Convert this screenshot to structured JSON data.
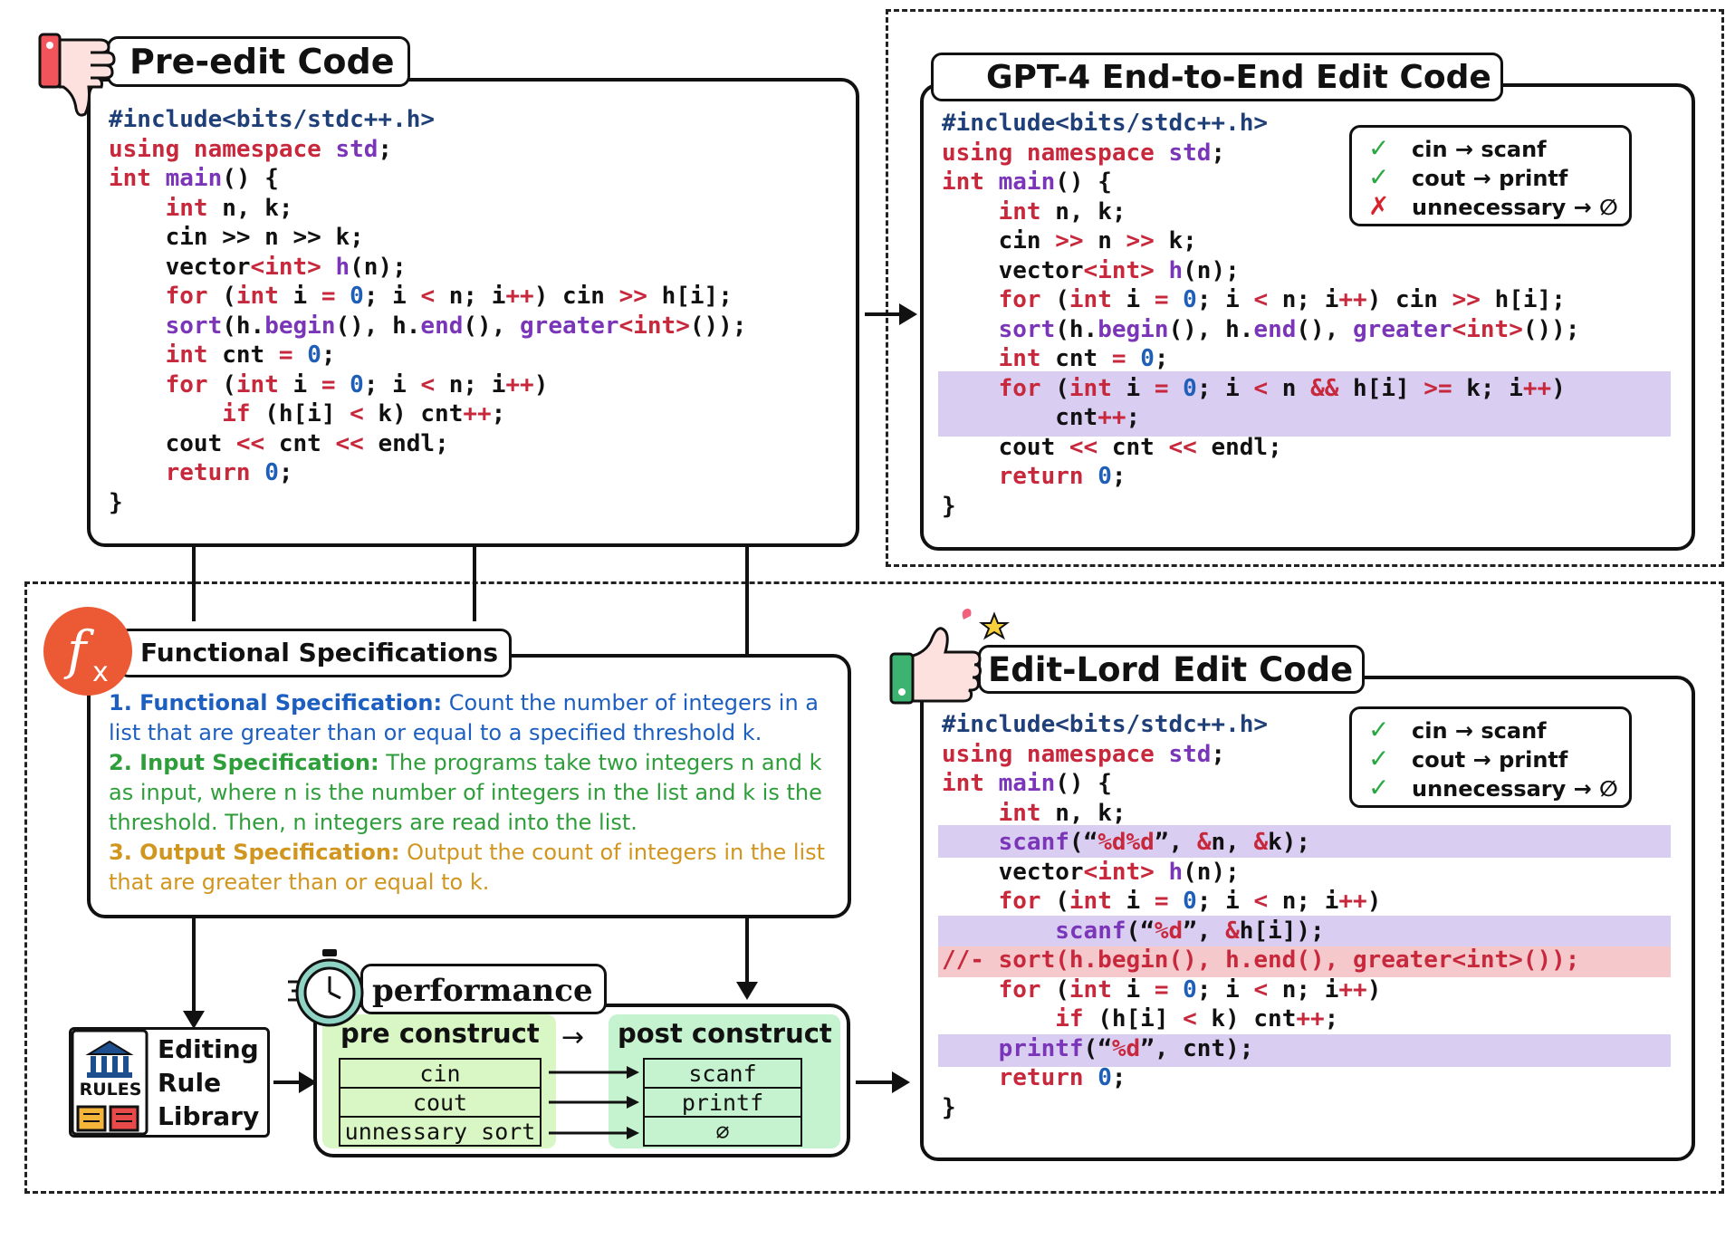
{
  "pre_edit": {
    "title": "Pre-edit Code",
    "code": [
      [
        {
          "t": "#include<bits/stdc++.h>",
          "c": "pp"
        }
      ],
      [
        {
          "t": "using namespace ",
          "c": "kw"
        },
        {
          "t": "std",
          "c": "ty"
        },
        {
          "t": ";",
          "c": ""
        }
      ],
      [
        {
          "t": "int ",
          "c": "kw"
        },
        {
          "t": "main",
          "c": "ty"
        },
        {
          "t": "() {",
          "c": ""
        }
      ],
      [
        {
          "t": "    ",
          "c": ""
        },
        {
          "t": "int",
          "c": "kw"
        },
        {
          "t": " n, k;",
          "c": ""
        }
      ],
      [
        {
          "t": "    cin >> n >> k;",
          "c": ""
        }
      ],
      [
        {
          "t": "    vector",
          "c": ""
        },
        {
          "t": "<int>",
          "c": "kw"
        },
        {
          "t": " ",
          "c": ""
        },
        {
          "t": "h",
          "c": "ty"
        },
        {
          "t": "(n);",
          "c": ""
        }
      ],
      [
        {
          "t": "    ",
          "c": ""
        },
        {
          "t": "for",
          "c": "kw"
        },
        {
          "t": " (",
          "c": ""
        },
        {
          "t": "int",
          "c": "kw"
        },
        {
          "t": " i ",
          "c": ""
        },
        {
          "t": "=",
          "c": "kw"
        },
        {
          "t": " ",
          "c": ""
        },
        {
          "t": "0",
          "c": "nm"
        },
        {
          "t": "; i ",
          "c": ""
        },
        {
          "t": "<",
          "c": "kw"
        },
        {
          "t": " n; i",
          "c": ""
        },
        {
          "t": "++",
          "c": "kw"
        },
        {
          "t": ") cin ",
          "c": ""
        },
        {
          "t": ">>",
          "c": "kw"
        },
        {
          "t": " h[i];",
          "c": ""
        }
      ],
      [
        {
          "t": "    ",
          "c": ""
        },
        {
          "t": "sort",
          "c": "ty"
        },
        {
          "t": "(h.",
          "c": ""
        },
        {
          "t": "begin",
          "c": "ty"
        },
        {
          "t": "(), h.",
          "c": ""
        },
        {
          "t": "end",
          "c": "ty"
        },
        {
          "t": "(), ",
          "c": ""
        },
        {
          "t": "greater",
          "c": "ty"
        },
        {
          "t": "<int>",
          "c": "kw"
        },
        {
          "t": "());",
          "c": ""
        }
      ],
      [
        {
          "t": "    ",
          "c": ""
        },
        {
          "t": "int",
          "c": "kw"
        },
        {
          "t": " cnt ",
          "c": ""
        },
        {
          "t": "=",
          "c": "kw"
        },
        {
          "t": " ",
          "c": ""
        },
        {
          "t": "0",
          "c": "nm"
        },
        {
          "t": ";",
          "c": ""
        }
      ],
      [
        {
          "t": "    ",
          "c": ""
        },
        {
          "t": "for",
          "c": "kw"
        },
        {
          "t": " (",
          "c": ""
        },
        {
          "t": "int",
          "c": "kw"
        },
        {
          "t": " i ",
          "c": ""
        },
        {
          "t": "=",
          "c": "kw"
        },
        {
          "t": " ",
          "c": ""
        },
        {
          "t": "0",
          "c": "nm"
        },
        {
          "t": "; i ",
          "c": ""
        },
        {
          "t": "<",
          "c": "kw"
        },
        {
          "t": " n; i",
          "c": ""
        },
        {
          "t": "++",
          "c": "kw"
        },
        {
          "t": ")",
          "c": ""
        }
      ],
      [
        {
          "t": "        ",
          "c": ""
        },
        {
          "t": "if",
          "c": "kw"
        },
        {
          "t": " (h[i] ",
          "c": ""
        },
        {
          "t": "<",
          "c": "kw"
        },
        {
          "t": " k) cnt",
          "c": ""
        },
        {
          "t": "++",
          "c": "kw"
        },
        {
          "t": ";",
          "c": ""
        }
      ],
      [
        {
          "t": "    cout ",
          "c": ""
        },
        {
          "t": "<<",
          "c": "kw"
        },
        {
          "t": " cnt ",
          "c": ""
        },
        {
          "t": "<<",
          "c": "kw"
        },
        {
          "t": " endl;",
          "c": ""
        }
      ],
      [
        {
          "t": "    ",
          "c": ""
        },
        {
          "t": "return",
          "c": "kw"
        },
        {
          "t": " ",
          "c": ""
        },
        {
          "t": "0",
          "c": "nm"
        },
        {
          "t": ";",
          "c": ""
        }
      ],
      [
        {
          "t": "}",
          "c": ""
        }
      ]
    ]
  },
  "gpt4": {
    "title": "GPT-4 End-to-End Edit Code",
    "checks": [
      {
        "mark": "✓",
        "status": "ok",
        "text": "cin → scanf"
      },
      {
        "mark": "✓",
        "status": "ok",
        "text": "cout → printf"
      },
      {
        "mark": "✗",
        "status": "bad",
        "text": "unnecessary → ∅"
      }
    ],
    "code": [
      [
        {
          "t": "#include<bits/stdc++.h>",
          "c": "pp"
        }
      ],
      [
        {
          "t": "using namespace ",
          "c": "kw"
        },
        {
          "t": "std",
          "c": "ty"
        },
        {
          "t": ";",
          "c": ""
        }
      ],
      [
        {
          "t": "int ",
          "c": "kw"
        },
        {
          "t": "main",
          "c": "ty"
        },
        {
          "t": "() {",
          "c": ""
        }
      ],
      [
        {
          "t": "    ",
          "c": ""
        },
        {
          "t": "int",
          "c": "kw"
        },
        {
          "t": " n, k;",
          "c": ""
        }
      ],
      [
        {
          "t": "    cin ",
          "c": ""
        },
        {
          "t": ">>",
          "c": "kw"
        },
        {
          "t": " n ",
          "c": ""
        },
        {
          "t": ">>",
          "c": "kw"
        },
        {
          "t": " k;",
          "c": ""
        }
      ],
      [
        {
          "t": "    vector",
          "c": ""
        },
        {
          "t": "<int>",
          "c": "kw"
        },
        {
          "t": " ",
          "c": ""
        },
        {
          "t": "h",
          "c": "ty"
        },
        {
          "t": "(n);",
          "c": ""
        }
      ],
      [
        {
          "t": "    ",
          "c": ""
        },
        {
          "t": "for",
          "c": "kw"
        },
        {
          "t": " (",
          "c": ""
        },
        {
          "t": "int",
          "c": "kw"
        },
        {
          "t": " i ",
          "c": ""
        },
        {
          "t": "=",
          "c": "kw"
        },
        {
          "t": " ",
          "c": ""
        },
        {
          "t": "0",
          "c": "nm"
        },
        {
          "t": "; i ",
          "c": ""
        },
        {
          "t": "<",
          "c": "kw"
        },
        {
          "t": " n; i",
          "c": ""
        },
        {
          "t": "++",
          "c": "kw"
        },
        {
          "t": ") cin ",
          "c": ""
        },
        {
          "t": ">>",
          "c": "kw"
        },
        {
          "t": " h[i];",
          "c": ""
        }
      ],
      [
        {
          "t": "    ",
          "c": ""
        },
        {
          "t": "sort",
          "c": "ty"
        },
        {
          "t": "(h.",
          "c": ""
        },
        {
          "t": "begin",
          "c": "ty"
        },
        {
          "t": "(), h.",
          "c": ""
        },
        {
          "t": "end",
          "c": "ty"
        },
        {
          "t": "(), ",
          "c": ""
        },
        {
          "t": "greater",
          "c": "ty"
        },
        {
          "t": "<int>",
          "c": "kw"
        },
        {
          "t": "());",
          "c": ""
        }
      ],
      [
        {
          "t": "    ",
          "c": ""
        },
        {
          "t": "int",
          "c": "kw"
        },
        {
          "t": " cnt ",
          "c": ""
        },
        {
          "t": "=",
          "c": "kw"
        },
        {
          "t": " ",
          "c": ""
        },
        {
          "t": "0",
          "c": "nm"
        },
        {
          "t": ";",
          "c": ""
        }
      ],
      [
        {
          "t": "    ",
          "c": ""
        },
        {
          "t": "for",
          "c": "kw"
        },
        {
          "t": " (",
          "c": ""
        },
        {
          "t": "int",
          "c": "kw"
        },
        {
          "t": " i ",
          "c": ""
        },
        {
          "t": "=",
          "c": "kw"
        },
        {
          "t": " ",
          "c": ""
        },
        {
          "t": "0",
          "c": "nm"
        },
        {
          "t": "; i ",
          "c": ""
        },
        {
          "t": "<",
          "c": "kw"
        },
        {
          "t": " n ",
          "c": ""
        },
        {
          "t": "&&",
          "c": "kw"
        },
        {
          "t": " h[i] ",
          "c": ""
        },
        {
          "t": ">=",
          "c": "kw"
        },
        {
          "t": " k; i",
          "c": ""
        },
        {
          "t": "++",
          "c": "kw"
        },
        {
          "t": ")",
          "c": ""
        }
      ],
      [
        {
          "t": "        cnt",
          "c": ""
        },
        {
          "t": "++",
          "c": "kw"
        },
        {
          "t": ";",
          "c": ""
        }
      ],
      [
        {
          "t": "    cout ",
          "c": ""
        },
        {
          "t": "<<",
          "c": "kw"
        },
        {
          "t": " cnt ",
          "c": ""
        },
        {
          "t": "<<",
          "c": "kw"
        },
        {
          "t": " endl;",
          "c": ""
        }
      ],
      [
        {
          "t": "    ",
          "c": ""
        },
        {
          "t": "return",
          "c": "kw"
        },
        {
          "t": " ",
          "c": ""
        },
        {
          "t": "0",
          "c": "nm"
        },
        {
          "t": ";",
          "c": ""
        }
      ],
      [
        {
          "t": "}",
          "c": ""
        }
      ]
    ]
  },
  "specs": {
    "title": "Functional Specifications",
    "functional_label": "1.  Functional Specification:",
    "functional_text": " Count the number of integers in a list that are greater than or equal to a specified threshold k.",
    "input_label": "2.  Input Specification:",
    "input_text": " The programs take two integers n and k as input, where n is the number of integers in the list and k is the threshold. Then, n integers are read into the list.",
    "output_label": "3. Output Specification:",
    "output_text": " Output the count of integers in the list that are greater than or equal to k."
  },
  "rules": {
    "icon_label": "RULES",
    "line1": "Editing",
    "line2": "Rule",
    "line3": "Library"
  },
  "performance": {
    "title": "performance",
    "pre_title": "pre construct",
    "post_title": "post construct",
    "pre": [
      "cin",
      "cout",
      "unnessary sort"
    ],
    "post": [
      "scanf",
      "printf",
      "∅"
    ]
  },
  "editlord": {
    "title": "Edit-Lord Edit Code",
    "checks": [
      {
        "mark": "✓",
        "status": "ok",
        "text": "cin → scanf"
      },
      {
        "mark": "✓",
        "status": "ok",
        "text": "cout → printf"
      },
      {
        "mark": "✓",
        "status": "ok",
        "text": "unnecessary → ∅"
      }
    ],
    "code": [
      [
        {
          "t": "#include<bits/stdc++.h>",
          "c": "pp"
        }
      ],
      [
        {
          "t": "using namespace ",
          "c": "kw"
        },
        {
          "t": "std",
          "c": "ty"
        },
        {
          "t": ";",
          "c": ""
        }
      ],
      [
        {
          "t": "int ",
          "c": "kw"
        },
        {
          "t": "main",
          "c": "ty"
        },
        {
          "t": "() {",
          "c": ""
        }
      ],
      [
        {
          "t": "    ",
          "c": ""
        },
        {
          "t": "int",
          "c": "kw"
        },
        {
          "t": " n, k;",
          "c": ""
        }
      ],
      [
        {
          "t": "    ",
          "c": ""
        },
        {
          "t": "scanf",
          "c": "ty"
        },
        {
          "t": "(“",
          "c": ""
        },
        {
          "t": "%d%d",
          "c": "kw"
        },
        {
          "t": "”, ",
          "c": ""
        },
        {
          "t": "&",
          "c": "kw"
        },
        {
          "t": "n, ",
          "c": ""
        },
        {
          "t": "&",
          "c": "kw"
        },
        {
          "t": "k);",
          "c": ""
        }
      ],
      [
        {
          "t": "    vector",
          "c": ""
        },
        {
          "t": "<int>",
          "c": "kw"
        },
        {
          "t": " ",
          "c": ""
        },
        {
          "t": "h",
          "c": "ty"
        },
        {
          "t": "(n);",
          "c": ""
        }
      ],
      [
        {
          "t": "    ",
          "c": ""
        },
        {
          "t": "for",
          "c": "kw"
        },
        {
          "t": " (",
          "c": ""
        },
        {
          "t": "int",
          "c": "kw"
        },
        {
          "t": " i ",
          "c": ""
        },
        {
          "t": "=",
          "c": "kw"
        },
        {
          "t": " ",
          "c": ""
        },
        {
          "t": "0",
          "c": "nm"
        },
        {
          "t": "; i ",
          "c": ""
        },
        {
          "t": "<",
          "c": "kw"
        },
        {
          "t": " n; i",
          "c": ""
        },
        {
          "t": "++",
          "c": "kw"
        },
        {
          "t": ")",
          "c": ""
        }
      ],
      [
        {
          "t": "        ",
          "c": ""
        },
        {
          "t": "scanf",
          "c": "ty"
        },
        {
          "t": "(“",
          "c": ""
        },
        {
          "t": "%d",
          "c": "kw"
        },
        {
          "t": "”, ",
          "c": ""
        },
        {
          "t": "&",
          "c": "kw"
        },
        {
          "t": "h[i]);",
          "c": ""
        }
      ],
      [
        {
          "t": "//- sort(h.begin(), h.end(), greater<int>());",
          "c": "cm"
        }
      ],
      [
        {
          "t": "    ",
          "c": ""
        },
        {
          "t": "for",
          "c": "kw"
        },
        {
          "t": " (",
          "c": ""
        },
        {
          "t": "int",
          "c": "kw"
        },
        {
          "t": " i ",
          "c": ""
        },
        {
          "t": "=",
          "c": "kw"
        },
        {
          "t": " ",
          "c": ""
        },
        {
          "t": "0",
          "c": "nm"
        },
        {
          "t": "; i ",
          "c": ""
        },
        {
          "t": "<",
          "c": "kw"
        },
        {
          "t": " n; i",
          "c": ""
        },
        {
          "t": "++",
          "c": "kw"
        },
        {
          "t": ")",
          "c": ""
        }
      ],
      [
        {
          "t": "        ",
          "c": ""
        },
        {
          "t": "if",
          "c": "kw"
        },
        {
          "t": " (h[i] ",
          "c": ""
        },
        {
          "t": "<",
          "c": "kw"
        },
        {
          "t": " k) cnt",
          "c": ""
        },
        {
          "t": "++",
          "c": "kw"
        },
        {
          "t": ";",
          "c": ""
        }
      ],
      [
        {
          "t": "    ",
          "c": ""
        },
        {
          "t": "printf",
          "c": "ty"
        },
        {
          "t": "(“",
          "c": ""
        },
        {
          "t": "%d",
          "c": "kw"
        },
        {
          "t": "”, cnt);",
          "c": ""
        }
      ],
      [
        {
          "t": "    ",
          "c": ""
        },
        {
          "t": "return",
          "c": "kw"
        },
        {
          "t": " ",
          "c": ""
        },
        {
          "t": "0",
          "c": "nm"
        },
        {
          "t": ";",
          "c": ""
        }
      ],
      [
        {
          "t": "}",
          "c": ""
        }
      ]
    ]
  },
  "colors": {
    "keyword": "#c8283c",
    "type": "#7a35b8",
    "number": "#1f5fb8",
    "include": "#1f3f78",
    "highlight_add": "#d9cdf2",
    "highlight_remove": "#f5c9cc",
    "check_ok": "#27a843",
    "check_bad": "#d6232d",
    "pre_bg": "#d9f7c4",
    "post_bg": "#c5f3cf"
  }
}
